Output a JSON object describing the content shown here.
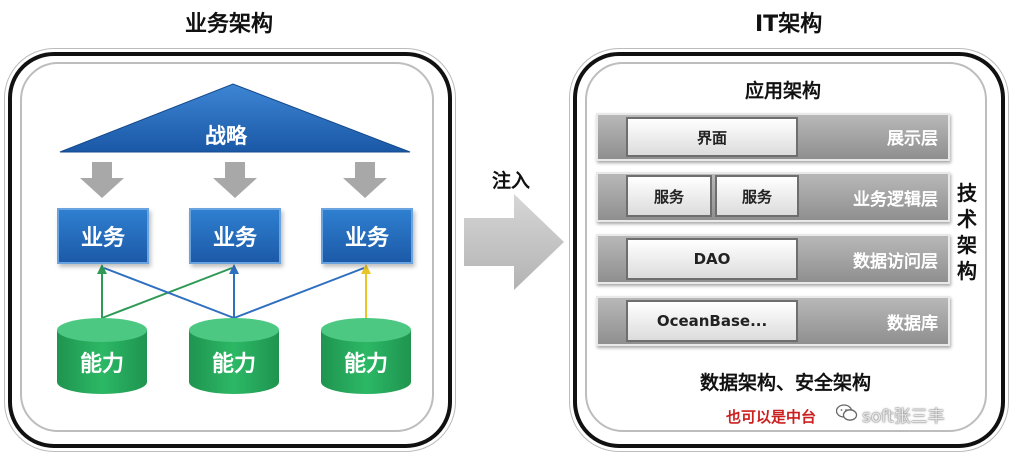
{
  "left": {
    "title": "业务架构",
    "strategy_label": "战略",
    "business_label": "业务",
    "capability_label": "能力"
  },
  "center": {
    "inject_label": "注入"
  },
  "right": {
    "title": "IT架构",
    "app_title": "应用架构",
    "layers": [
      {
        "label": "展示层",
        "chips": [
          "界面"
        ]
      },
      {
        "label": "业务逻辑层",
        "chips": [
          "服务",
          "服务"
        ]
      },
      {
        "label": "数据访问层",
        "chips": [
          "DAO"
        ]
      },
      {
        "label": "数据库",
        "chips": [
          "OceanBase..."
        ]
      }
    ],
    "tech_chars": [
      "技",
      "术",
      "架",
      "构"
    ],
    "bottom_label": "数据架构、安全架构",
    "note": "也可以是中台",
    "watermark": "soft张三丰"
  },
  "colors": {
    "strategy_blue": "#1e64b4",
    "business_blue": "#1c5aa8",
    "capability_green": "#22a35a",
    "arrow_gray": "#a8a8a8",
    "link_blue": "#2e6fc0",
    "link_green": "#2f9a55",
    "link_yellow": "#e9c52a",
    "note_red": "#cc1f1f"
  }
}
